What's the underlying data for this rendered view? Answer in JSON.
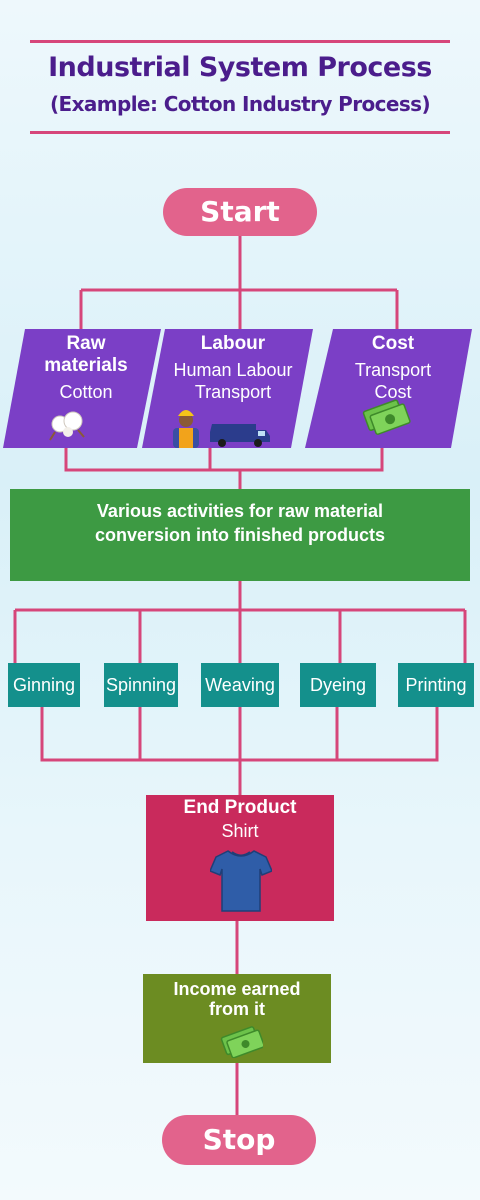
{
  "title": {
    "line1": "Industrial System Process",
    "line2": "(Example: Cotton Industry Process)"
  },
  "start_label": "Start",
  "stop_label": "Stop",
  "inputs": [
    {
      "heading": "Raw materials",
      "heading_line1": "Raw",
      "heading_line2": "materials",
      "sub_line1": "Cotton",
      "sub_line2": "",
      "icon": "cotton-boll-icon"
    },
    {
      "heading": "Labour",
      "heading_line1": "Labour",
      "heading_line2": "",
      "sub_line1": "Human Labour",
      "sub_line2": "Transport",
      "icon": "worker-and-van-icon"
    },
    {
      "heading": "Cost",
      "heading_line1": "Cost",
      "heading_line2": "",
      "sub_line1": "Transport",
      "sub_line2": "Cost",
      "icon": "money-icon"
    }
  ],
  "activities": {
    "line1": "Various activities for raw material",
    "line2": "conversion into finished products"
  },
  "steps": [
    "Ginning",
    "Spinning",
    "Weaving",
    "Dyeing",
    "Printing"
  ],
  "end_product": {
    "heading": "End Product",
    "item": "Shirt",
    "icon": "shirt-icon"
  },
  "income": {
    "line1": "Income earned",
    "line2": "from it",
    "icon": "money-icon"
  },
  "colors": {
    "connector": "#d6467a",
    "title": "#4b1d8c",
    "pill": "#e2638c",
    "input_box": "#7b3fc6",
    "activities": "#3d9a43",
    "steps": "#14908c",
    "end_product": "#c92a5c",
    "income": "#6c8c22"
  }
}
